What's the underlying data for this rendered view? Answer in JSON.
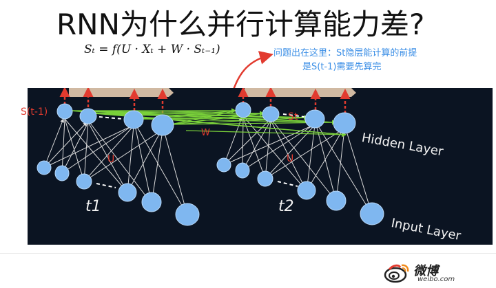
{
  "title": "RNN为什么并行计算能力差?",
  "formula": "Sₜ = f(U · Xₜ + W · Sₜ₋₁)",
  "annotation": {
    "line1": "问题出在这里：St隐层能计算的前提",
    "line2": "是S(t-1)需要先算完"
  },
  "labels": {
    "s_prev": "S(t-1)",
    "st": "St",
    "w": "W",
    "u1": "U",
    "u2": "U",
    "hidden_layer": "Hidden Layer",
    "input_layer": "Input Layer",
    "t1": "t1",
    "t2": "t2"
  },
  "watermark": {
    "brand_cn": "微博",
    "brand_en": "weibo.com"
  },
  "colors": {
    "panel": "#0b1422",
    "node": "#7fb7f0",
    "arrow_red": "#e23b2f",
    "weight_green": "#7ad13a",
    "annotation_blue": "#3a8ee6"
  }
}
